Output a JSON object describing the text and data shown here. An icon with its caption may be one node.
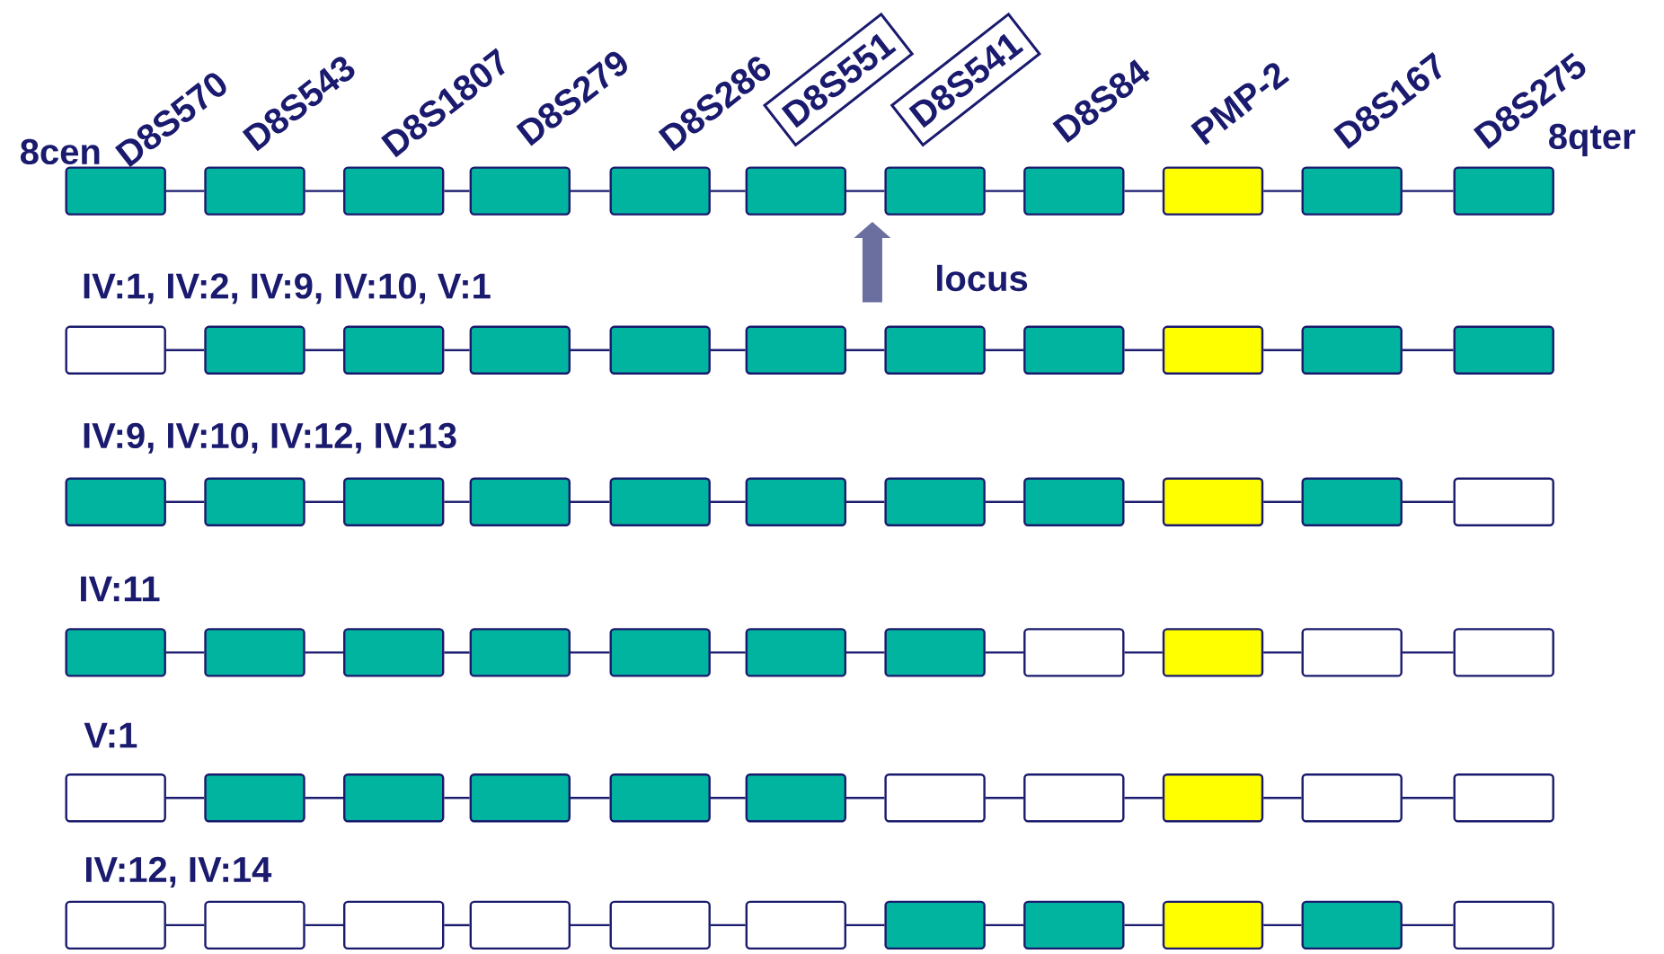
{
  "diagram": {
    "nodes": [
      {
        "text": [
          "D8S551"
        ]
      },
      {
        "text": [
          "D8S541"
        ]
      },
      {
        "text": [],
        "shape": "box"
      },
      {
        "text": [],
        "shape": "box"
      },
      {
        "text": [],
        "shape": "box"
      },
      {
        "text": [],
        "shape": "box"
      },
      {
        "text": [],
        "shape": "box"
      },
      {
        "text": [],
        "shape": "box"
      },
      {
        "text": [],
        "shape": "box"
      },
      {
        "text": [],
        "shape": "box"
      },
      {
        "text": [],
        "shape": "box"
      },
      {
        "text": [],
        "shape": "box"
      },
      {
        "text": [],
        "shape": "box"
      },
      {
        "text": [],
        "shape": "box"
      },
      {
        "text": [],
        "shape": "box"
      },
      {
        "text": [],
        "shape": "box"
      },
      {
        "text": [],
        "shape": "box"
      },
      {
        "text": [],
        "shape": "box"
      },
      {
        "text": [],
        "shape": "box"
      },
      {
        "text": [],
        "shape": "box"
      },
      {
        "text": [],
        "shape": "box"
      },
      {
        "text": [],
        "shape": "box"
      },
      {
        "text": [],
        "shape": "box"
      },
      {
        "text": [],
        "shape": "box"
      },
      {
        "text": [],
        "shape": "box"
      },
      {
        "text": [],
        "shape": "box"
      },
      {
        "text": [],
        "shape": "box"
      },
      {
        "text": [],
        "shape": "box"
      },
      {
        "text": [],
        "shape": "box"
      },
      {
        "text": [],
        "shape": "box"
      },
      {
        "text": [],
        "shape": "box"
      },
      {
        "text": [],
        "shape": "box"
      },
      {
        "text": [],
        "shape": "box"
      },
      {
        "text": [],
        "shape": "box"
      },
      {
        "text": [],
        "shape": "box"
      },
      {
        "text": [],
        "shape": "box"
      },
      {
        "text": [],
        "shape": "box"
      },
      {
        "text": [],
        "shape": "box"
      },
      {
        "text": [],
        "shape": "box"
      },
      {
        "text": [],
        "shape": "box"
      },
      {
        "text": [],
        "shape": "box"
      },
      {
        "text": [],
        "shape": "box"
      },
      {
        "text": [],
        "shape": "box"
      },
      {
        "text": [],
        "shape": "box"
      },
      {
        "text": [],
        "shape": "box"
      },
      {
        "text": [],
        "shape": "box"
      },
      {
        "text": [],
        "shape": "box"
      },
      {
        "text": [],
        "shape": "box"
      },
      {
        "text": [],
        "shape": "box"
      },
      {
        "text": [],
        "shape": "box"
      },
      {
        "text": [],
        "shape": "box"
      },
      {
        "text": [],
        "shape": "box"
      },
      {
        "text": [],
        "shape": "box"
      },
      {
        "text": [],
        "shape": "box"
      },
      {
        "text": [],
        "shape": "box"
      },
      {
        "text": [],
        "shape": "box"
      },
      {
        "text": [],
        "shape": "box"
      },
      {
        "text": [],
        "shape": "box"
      },
      {
        "text": [],
        "shape": "box"
      },
      {
        "text": [],
        "shape": "box"
      },
      {
        "text": [],
        "shape": "box"
      },
      {
        "text": [],
        "shape": "box"
      },
      {
        "text": [],
        "shape": "box"
      },
      {
        "text": [],
        "shape": "box"
      },
      {
        "text": [],
        "shape": "box"
      },
      {
        "text": [],
        "shape": "box"
      },
      {
        "text": [],
        "shape": "box"
      },
      {
        "text": [],
        "shape": "box"
      }
    ],
    "edges": [
      {
        "from": 2,
        "to": 3,
        "arrow": "none"
      },
      {
        "from": 3,
        "to": 4,
        "arrow": "none"
      },
      {
        "from": 4,
        "to": 5,
        "arrow": "none"
      },
      {
        "from": 5,
        "to": 6,
        "arrow": "none"
      },
      {
        "from": 6,
        "to": 7,
        "arrow": "none"
      },
      {
        "from": 7,
        "to": 8,
        "arrow": "none"
      },
      {
        "from": 8,
        "to": 9,
        "arrow": "none"
      },
      {
        "from": 9,
        "to": 10,
        "arrow": "none"
      },
      {
        "from": 10,
        "to": 11,
        "arrow": "none"
      },
      {
        "from": 11,
        "to": 12,
        "arrow": "none"
      },
      {
        "from": 13,
        "to": 14,
        "arrow": "none"
      },
      {
        "from": 14,
        "to": 15,
        "arrow": "none"
      },
      {
        "from": 15,
        "to": 16,
        "arrow": "none"
      },
      {
        "from": 16,
        "to": 17,
        "arrow": "none"
      },
      {
        "from": 17,
        "to": 18,
        "arrow": "none"
      },
      {
        "from": 18,
        "to": 19,
        "arrow": "none"
      },
      {
        "from": 19,
        "to": 20,
        "arrow": "none"
      },
      {
        "from": 20,
        "to": 21,
        "arrow": "none"
      },
      {
        "from": 21,
        "to": 22,
        "arrow": "none"
      },
      {
        "from": 22,
        "to": 23,
        "arrow": "none"
      },
      {
        "from": 24,
        "to": 25,
        "arrow": "none"
      },
      {
        "from": 25,
        "to": 26,
        "arrow": "none"
      },
      {
        "from": 26,
        "to": 27,
        "arrow": "none"
      },
      {
        "from": 27,
        "to": 28,
        "arrow": "none"
      },
      {
        "from": 28,
        "to": 29,
        "arrow": "none"
      },
      {
        "from": 29,
        "to": 30,
        "arrow": "none"
      },
      {
        "from": 30,
        "to": 31,
        "arrow": "none"
      },
      {
        "from": 31,
        "to": 32,
        "arrow": "none"
      },
      {
        "from": 32,
        "to": 33,
        "arrow": "none"
      },
      {
        "from": 33,
        "to": 34,
        "arrow": "none"
      },
      {
        "from": 35,
        "to": 36,
        "arrow": "none"
      },
      {
        "from": 36,
        "to": 37,
        "arrow": "none"
      },
      {
        "from": 37,
        "to": 38,
        "arrow": "none"
      },
      {
        "from": 38,
        "to": 39,
        "arrow": "none"
      },
      {
        "from": 39,
        "to": 40,
        "arrow": "none"
      },
      {
        "from": 40,
        "to": 41,
        "arrow": "none"
      },
      {
        "from": 41,
        "to": 42,
        "arrow": "none"
      },
      {
        "from": 42,
        "to": 43,
        "arrow": "none"
      },
      {
        "from": 43,
        "to": 44,
        "arrow": "none"
      },
      {
        "from": 44,
        "to": 45,
        "arrow": "none"
      },
      {
        "from": 46,
        "to": 47,
        "arrow": "none"
      },
      {
        "from": 47,
        "to": 48,
        "arrow": "none"
      },
      {
        "from": 48,
        "to": 49,
        "arrow": "none"
      },
      {
        "from": 49,
        "to": 50,
        "arrow": "none"
      },
      {
        "from": 50,
        "to": 51,
        "arrow": "none"
      },
      {
        "from": 51,
        "to": 52,
        "arrow": "none"
      },
      {
        "from": 52,
        "to": 53,
        "arrow": "none"
      },
      {
        "from": 53,
        "to": 54,
        "arrow": "none"
      },
      {
        "from": 54,
        "to": 55,
        "arrow": "none"
      },
      {
        "from": 55,
        "to": 56,
        "arrow": "none"
      },
      {
        "from": 57,
        "to": 58,
        "arrow": "none"
      },
      {
        "from": 58,
        "to": 59,
        "arrow": "none"
      },
      {
        "from": 59,
        "to": 60,
        "arrow": "none"
      },
      {
        "from": 60,
        "to": 61,
        "arrow": "none"
      },
      {
        "from": 61,
        "to": 62,
        "arrow": "none"
      },
      {
        "from": 62,
        "to": 63,
        "arrow": "none"
      },
      {
        "from": 63,
        "to": 64,
        "arrow": "none"
      },
      {
        "from": 64,
        "to": 65,
        "arrow": "none"
      },
      {
        "from": 65,
        "to": 66,
        "arrow": "none"
      },
      {
        "from": 66,
        "to": 67,
        "arrow": "none"
      }
    ],
    "labels": [
      "8cen",
      "D8S570",
      "D8S543",
      "D8S1807",
      "D8S279",
      "D8S286",
      "D8S84",
      "PMP-2",
      "D8S167",
      "D8S275",
      "8qter",
      "IV:1, IV:2, IV:9, IV:10, V:1",
      "locus",
      "IV:9, IV:10, IV:12, IV:13",
      "IV:11",
      "V:1",
      "IV:12, IV:14"
    ]
  }
}
